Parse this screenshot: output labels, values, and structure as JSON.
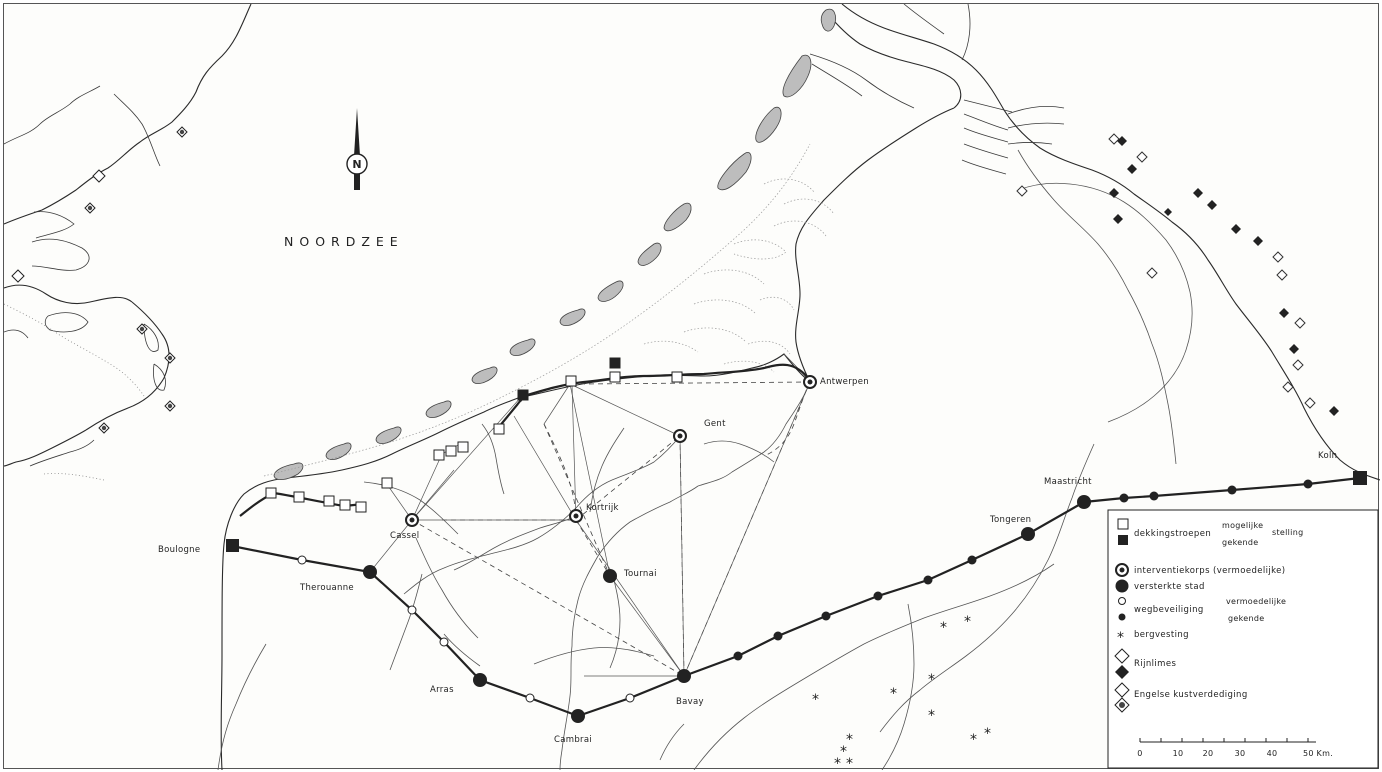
{
  "sea": {
    "name": "NOORDZEE"
  },
  "north_arrow": {
    "letter": "N",
    "icon": "north-arrow-icon"
  },
  "cities": {
    "boulogne": "Boulogne",
    "therouanne": "Therouanne",
    "arras": "Arras",
    "cambrai": "Cambrai",
    "bavay": "Bavay",
    "tournai": "Tournai",
    "kortrijk": "Kortrijk",
    "cassel": "Cassel",
    "gent": "Gent",
    "antwerpen": "Antwerpen",
    "maastricht": "Maastricht",
    "tongeren": "Tongeren",
    "koln": "Koln"
  },
  "legend": {
    "dekkingstroepen": "dekkingstroepen",
    "mogelijke": "mogelijke",
    "stelling": "stelling",
    "gekende": "gekende",
    "interventiekorps": "interventiekorps (vermoedelijke)",
    "versterkte_stad": "versterkte stad",
    "wegbeveiliging": "wegbeveiliging",
    "vermoedelijke": "vermoedelijke",
    "gekende2": "gekende",
    "bergvesting": "bergvesting",
    "rijnlimes": "Rijnlimes",
    "engelse": "Engelse kustverdediging"
  },
  "scale": {
    "ticks": [
      "0",
      "10",
      "20",
      "30",
      "40",
      "50 Km."
    ]
  },
  "colors": {
    "line": "#222222",
    "land": "#fdfdfb",
    "sandbank": "#bdbdbd"
  }
}
